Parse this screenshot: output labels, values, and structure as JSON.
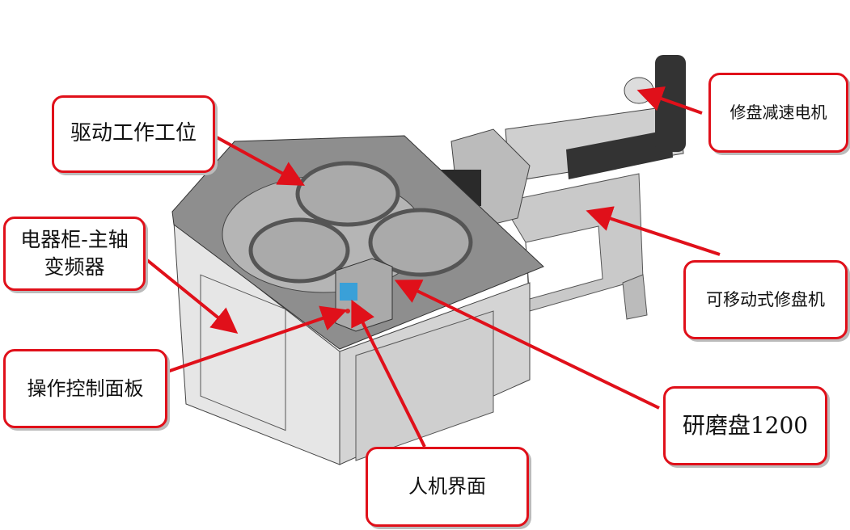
{
  "labels": {
    "drive_station": "驱动工作工位",
    "cabinet_line1": "电器柜-主轴",
    "cabinet_line2": "变频器",
    "control_panel": "操作控制面板",
    "hmi": "人机界面",
    "grinding_disc": "研磨盘1200",
    "mobile_dresser": "可移动式修盘机",
    "dresser_motor": "修盘减速电机"
  },
  "colors": {
    "accent": "#e0101a"
  }
}
